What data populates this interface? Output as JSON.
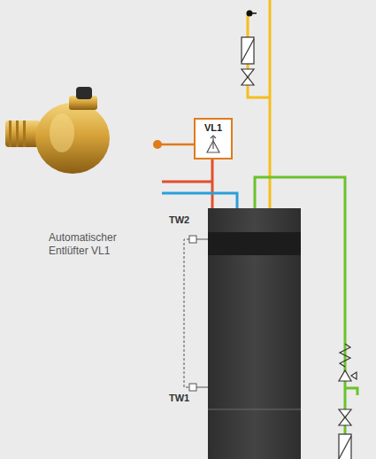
{
  "diagram": {
    "nodes": [
      {
        "text": [
          "VL1"
        ]
      }
    ],
    "edges": [],
    "labels": [
      "Automatischer Entlüfter VL1",
      "TW2",
      "TW1"
    ]
  }
}
